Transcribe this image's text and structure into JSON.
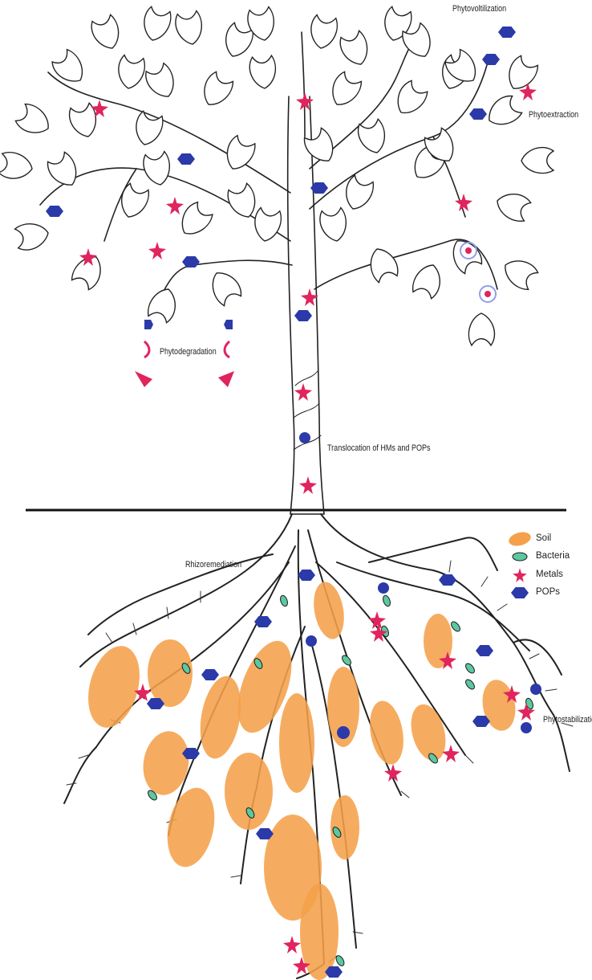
{
  "labels": {
    "phytovolatilization": "Phytovoltilization",
    "phytoextraction": "Phytoextraction",
    "phytodegradation": "Phytodegradation",
    "translocation": "Translocation of HMs and POPs",
    "rhizoremediation": "Rhizoremediation",
    "phytostabilization": "Phytostabilization"
  },
  "legend": {
    "items": [
      {
        "label": "Soil",
        "icon": "soil-ellipse-icon",
        "color": "#f5a04a"
      },
      {
        "label": "Bacteria",
        "icon": "bacteria-ellipse-icon",
        "color": "#5cc8a0"
      },
      {
        "label": "Metals",
        "icon": "metal-star-icon",
        "color": "#e0245e"
      },
      {
        "label": "POPs",
        "icon": "pop-hexagon-icon",
        "color": "#2b3aa8"
      }
    ]
  },
  "colors": {
    "soil": "#f5a04a",
    "bacteria": "#5cc8a0",
    "metal": "#e0245e",
    "pop": "#2b3aa8",
    "line": "#111111"
  }
}
